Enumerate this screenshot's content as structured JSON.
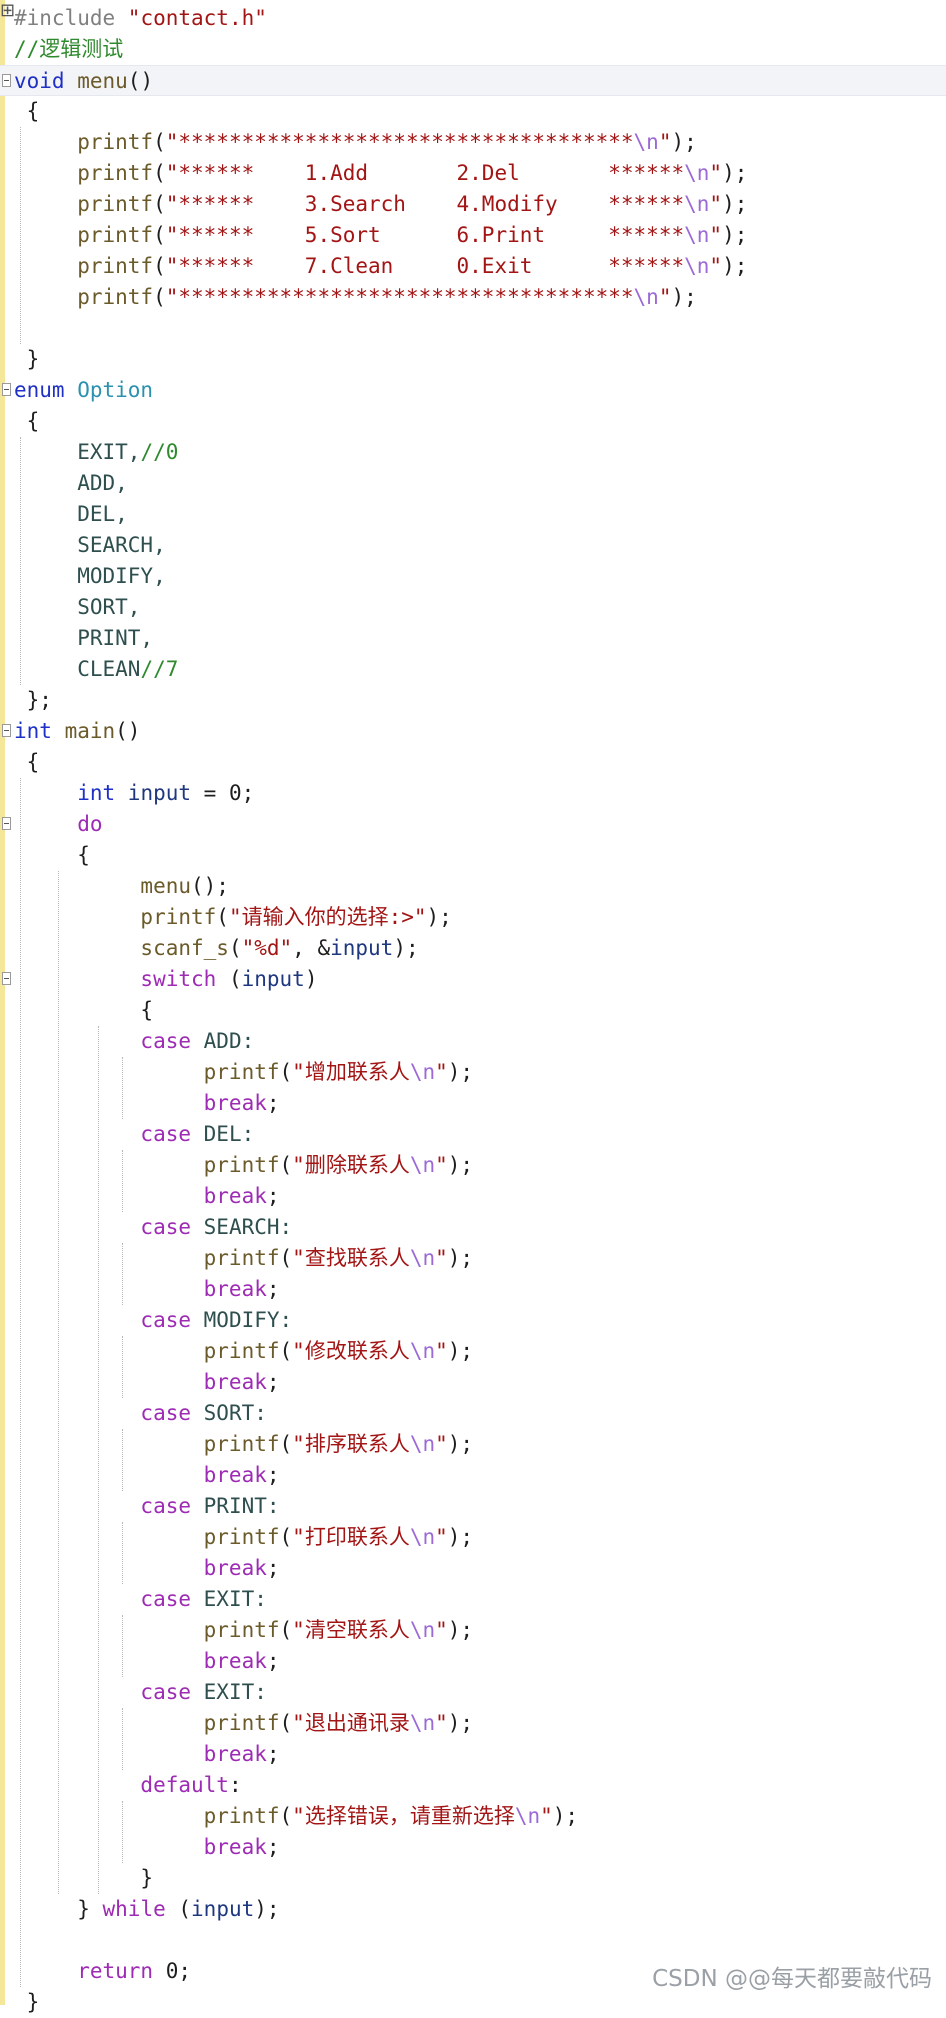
{
  "editor": {
    "corner_glyph": "⊞",
    "lines": [
      [
        {
          "t": "#include ",
          "c": "c-pre"
        },
        {
          "t": "\"contact.h\"",
          "c": "c-str"
        }
      ],
      [
        {
          "t": "//逻辑测试",
          "c": "c-com"
        }
      ],
      [
        {
          "t": "void",
          "c": "c-kw"
        },
        {
          "t": " menu",
          "c": "c-fn"
        },
        {
          "t": "()",
          "c": "c-def"
        }
      ],
      [
        {
          "t": " {",
          "c": "c-def"
        }
      ],
      [
        {
          "t": "     printf",
          "c": "c-fn"
        },
        {
          "t": "(",
          "c": "c-def"
        },
        {
          "t": "\"************************************",
          "c": "c-str"
        },
        {
          "t": "\\n",
          "c": "c-esc"
        },
        {
          "t": "\"",
          "c": "c-str"
        },
        {
          "t": ");",
          "c": "c-def"
        }
      ],
      [
        {
          "t": "     printf",
          "c": "c-fn"
        },
        {
          "t": "(",
          "c": "c-def"
        },
        {
          "t": "\"******    1.Add       2.Del       ******",
          "c": "c-str"
        },
        {
          "t": "\\n",
          "c": "c-esc"
        },
        {
          "t": "\"",
          "c": "c-str"
        },
        {
          "t": ");",
          "c": "c-def"
        }
      ],
      [
        {
          "t": "     printf",
          "c": "c-fn"
        },
        {
          "t": "(",
          "c": "c-def"
        },
        {
          "t": "\"******    3.Search    4.Modify    ******",
          "c": "c-str"
        },
        {
          "t": "\\n",
          "c": "c-esc"
        },
        {
          "t": "\"",
          "c": "c-str"
        },
        {
          "t": ");",
          "c": "c-def"
        }
      ],
      [
        {
          "t": "     printf",
          "c": "c-fn"
        },
        {
          "t": "(",
          "c": "c-def"
        },
        {
          "t": "\"******    5.Sort      6.Print     ******",
          "c": "c-str"
        },
        {
          "t": "\\n",
          "c": "c-esc"
        },
        {
          "t": "\"",
          "c": "c-str"
        },
        {
          "t": ");",
          "c": "c-def"
        }
      ],
      [
        {
          "t": "     printf",
          "c": "c-fn"
        },
        {
          "t": "(",
          "c": "c-def"
        },
        {
          "t": "\"******    7.Clean     0.Exit      ******",
          "c": "c-str"
        },
        {
          "t": "\\n",
          "c": "c-esc"
        },
        {
          "t": "\"",
          "c": "c-str"
        },
        {
          "t": ");",
          "c": "c-def"
        }
      ],
      [
        {
          "t": "     printf",
          "c": "c-fn"
        },
        {
          "t": "(",
          "c": "c-def"
        },
        {
          "t": "\"************************************",
          "c": "c-str"
        },
        {
          "t": "\\n",
          "c": "c-esc"
        },
        {
          "t": "\"",
          "c": "c-str"
        },
        {
          "t": ");",
          "c": "c-def"
        }
      ],
      [],
      [
        {
          "t": " }",
          "c": "c-def"
        }
      ],
      [
        {
          "t": "enum",
          "c": "c-kw"
        },
        {
          "t": " Option",
          "c": "c-type"
        }
      ],
      [
        {
          "t": " {",
          "c": "c-def"
        }
      ],
      [
        {
          "t": "     EXIT,",
          "c": "c-enum"
        },
        {
          "t": "//0",
          "c": "c-com"
        }
      ],
      [
        {
          "t": "     ADD,",
          "c": "c-enum"
        }
      ],
      [
        {
          "t": "     DEL,",
          "c": "c-enum"
        }
      ],
      [
        {
          "t": "     SEARCH,",
          "c": "c-enum"
        }
      ],
      [
        {
          "t": "     MODIFY,",
          "c": "c-enum"
        }
      ],
      [
        {
          "t": "     SORT,",
          "c": "c-enum"
        }
      ],
      [
        {
          "t": "     PRINT,",
          "c": "c-enum"
        }
      ],
      [
        {
          "t": "     CLEAN",
          "c": "c-enum"
        },
        {
          "t": "//7",
          "c": "c-com"
        }
      ],
      [
        {
          "t": " };",
          "c": "c-def"
        }
      ],
      [
        {
          "t": "int",
          "c": "c-kw"
        },
        {
          "t": " main",
          "c": "c-fn"
        },
        {
          "t": "()",
          "c": "c-def"
        }
      ],
      [
        {
          "t": " {",
          "c": "c-def"
        }
      ],
      [
        {
          "t": "     int",
          "c": "c-kw"
        },
        {
          "t": " input",
          "c": "c-var"
        },
        {
          "t": " = 0;",
          "c": "c-def"
        }
      ],
      [
        {
          "t": "     do",
          "c": "c-ctl"
        }
      ],
      [
        {
          "t": "     {",
          "c": "c-def"
        }
      ],
      [
        {
          "t": "          menu",
          "c": "c-fn"
        },
        {
          "t": "();",
          "c": "c-def"
        }
      ],
      [
        {
          "t": "          printf",
          "c": "c-fn"
        },
        {
          "t": "(",
          "c": "c-def"
        },
        {
          "t": "\"请输入你的选择:>\"",
          "c": "c-str"
        },
        {
          "t": ");",
          "c": "c-def"
        }
      ],
      [
        {
          "t": "          scanf_s",
          "c": "c-fn"
        },
        {
          "t": "(",
          "c": "c-def"
        },
        {
          "t": "\"%d\"",
          "c": "c-str"
        },
        {
          "t": ", &",
          "c": "c-def"
        },
        {
          "t": "input",
          "c": "c-var"
        },
        {
          "t": ");",
          "c": "c-def"
        }
      ],
      [
        {
          "t": "          switch",
          "c": "c-ctl"
        },
        {
          "t": " (",
          "c": "c-def"
        },
        {
          "t": "input",
          "c": "c-var"
        },
        {
          "t": ")",
          "c": "c-def"
        }
      ],
      [
        {
          "t": "          {",
          "c": "c-def"
        }
      ],
      [
        {
          "t": "          case",
          "c": "c-ctl"
        },
        {
          "t": " ADD:",
          "c": "c-enum"
        }
      ],
      [
        {
          "t": "               printf",
          "c": "c-fn"
        },
        {
          "t": "(",
          "c": "c-def"
        },
        {
          "t": "\"增加联系人",
          "c": "c-str"
        },
        {
          "t": "\\n",
          "c": "c-esc"
        },
        {
          "t": "\"",
          "c": "c-str"
        },
        {
          "t": ");",
          "c": "c-def"
        }
      ],
      [
        {
          "t": "               break",
          "c": "c-ctl"
        },
        {
          "t": ";",
          "c": "c-def"
        }
      ],
      [
        {
          "t": "          case",
          "c": "c-ctl"
        },
        {
          "t": " DEL:",
          "c": "c-enum"
        }
      ],
      [
        {
          "t": "               printf",
          "c": "c-fn"
        },
        {
          "t": "(",
          "c": "c-def"
        },
        {
          "t": "\"删除联系人",
          "c": "c-str"
        },
        {
          "t": "\\n",
          "c": "c-esc"
        },
        {
          "t": "\"",
          "c": "c-str"
        },
        {
          "t": ");",
          "c": "c-def"
        }
      ],
      [
        {
          "t": "               break",
          "c": "c-ctl"
        },
        {
          "t": ";",
          "c": "c-def"
        }
      ],
      [
        {
          "t": "          case",
          "c": "c-ctl"
        },
        {
          "t": " SEARCH:",
          "c": "c-enum"
        }
      ],
      [
        {
          "t": "               printf",
          "c": "c-fn"
        },
        {
          "t": "(",
          "c": "c-def"
        },
        {
          "t": "\"查找联系人",
          "c": "c-str"
        },
        {
          "t": "\\n",
          "c": "c-esc"
        },
        {
          "t": "\"",
          "c": "c-str"
        },
        {
          "t": ");",
          "c": "c-def"
        }
      ],
      [
        {
          "t": "               break",
          "c": "c-ctl"
        },
        {
          "t": ";",
          "c": "c-def"
        }
      ],
      [
        {
          "t": "          case",
          "c": "c-ctl"
        },
        {
          "t": " MODIFY:",
          "c": "c-enum"
        }
      ],
      [
        {
          "t": "               printf",
          "c": "c-fn"
        },
        {
          "t": "(",
          "c": "c-def"
        },
        {
          "t": "\"修改联系人",
          "c": "c-str"
        },
        {
          "t": "\\n",
          "c": "c-esc"
        },
        {
          "t": "\"",
          "c": "c-str"
        },
        {
          "t": ");",
          "c": "c-def"
        }
      ],
      [
        {
          "t": "               break",
          "c": "c-ctl"
        },
        {
          "t": ";",
          "c": "c-def"
        }
      ],
      [
        {
          "t": "          case",
          "c": "c-ctl"
        },
        {
          "t": " SORT:",
          "c": "c-enum"
        }
      ],
      [
        {
          "t": "               printf",
          "c": "c-fn"
        },
        {
          "t": "(",
          "c": "c-def"
        },
        {
          "t": "\"排序联系人",
          "c": "c-str"
        },
        {
          "t": "\\n",
          "c": "c-esc"
        },
        {
          "t": "\"",
          "c": "c-str"
        },
        {
          "t": ");",
          "c": "c-def"
        }
      ],
      [
        {
          "t": "               break",
          "c": "c-ctl"
        },
        {
          "t": ";",
          "c": "c-def"
        }
      ],
      [
        {
          "t": "          case",
          "c": "c-ctl"
        },
        {
          "t": " PRINT:",
          "c": "c-enum"
        }
      ],
      [
        {
          "t": "               printf",
          "c": "c-fn"
        },
        {
          "t": "(",
          "c": "c-def"
        },
        {
          "t": "\"打印联系人",
          "c": "c-str"
        },
        {
          "t": "\\n",
          "c": "c-esc"
        },
        {
          "t": "\"",
          "c": "c-str"
        },
        {
          "t": ");",
          "c": "c-def"
        }
      ],
      [
        {
          "t": "               break",
          "c": "c-ctl"
        },
        {
          "t": ";",
          "c": "c-def"
        }
      ],
      [
        {
          "t": "          case",
          "c": "c-ctl"
        },
        {
          "t": " EXIT:",
          "c": "c-enum"
        }
      ],
      [
        {
          "t": "               printf",
          "c": "c-fn"
        },
        {
          "t": "(",
          "c": "c-def"
        },
        {
          "t": "\"清空联系人",
          "c": "c-str"
        },
        {
          "t": "\\n",
          "c": "c-esc"
        },
        {
          "t": "\"",
          "c": "c-str"
        },
        {
          "t": ");",
          "c": "c-def"
        }
      ],
      [
        {
          "t": "               break",
          "c": "c-ctl"
        },
        {
          "t": ";",
          "c": "c-def"
        }
      ],
      [
        {
          "t": "          case",
          "c": "c-ctl"
        },
        {
          "t": " EXIT:",
          "c": "c-enum"
        }
      ],
      [
        {
          "t": "               printf",
          "c": "c-fn"
        },
        {
          "t": "(",
          "c": "c-def"
        },
        {
          "t": "\"退出通讯录",
          "c": "c-str"
        },
        {
          "t": "\\n",
          "c": "c-esc"
        },
        {
          "t": "\"",
          "c": "c-str"
        },
        {
          "t": ");",
          "c": "c-def"
        }
      ],
      [
        {
          "t": "               break",
          "c": "c-ctl"
        },
        {
          "t": ";",
          "c": "c-def"
        }
      ],
      [
        {
          "t": "          default",
          "c": "c-ctl"
        },
        {
          "t": ":",
          "c": "c-def"
        }
      ],
      [
        {
          "t": "               printf",
          "c": "c-fn"
        },
        {
          "t": "(",
          "c": "c-def"
        },
        {
          "t": "\"选择错误，请重新选择",
          "c": "c-str"
        },
        {
          "t": "\\n",
          "c": "c-esc"
        },
        {
          "t": "\"",
          "c": "c-str"
        },
        {
          "t": ");",
          "c": "c-def"
        }
      ],
      [
        {
          "t": "               break",
          "c": "c-ctl"
        },
        {
          "t": ";",
          "c": "c-def"
        }
      ],
      [
        {
          "t": "          }",
          "c": "c-def"
        }
      ],
      [
        {
          "t": "     } ",
          "c": "c-def"
        },
        {
          "t": "while",
          "c": "c-ctl"
        },
        {
          "t": " (",
          "c": "c-def"
        },
        {
          "t": "input",
          "c": "c-var"
        },
        {
          "t": ");",
          "c": "c-def"
        }
      ],
      [],
      [
        {
          "t": "     return",
          "c": "c-ctl"
        },
        {
          "t": " 0;",
          "c": "c-def"
        }
      ],
      [
        {
          "t": " }",
          "c": "c-def"
        }
      ]
    ]
  },
  "watermark": "CSDN @@每天都要敲代码"
}
